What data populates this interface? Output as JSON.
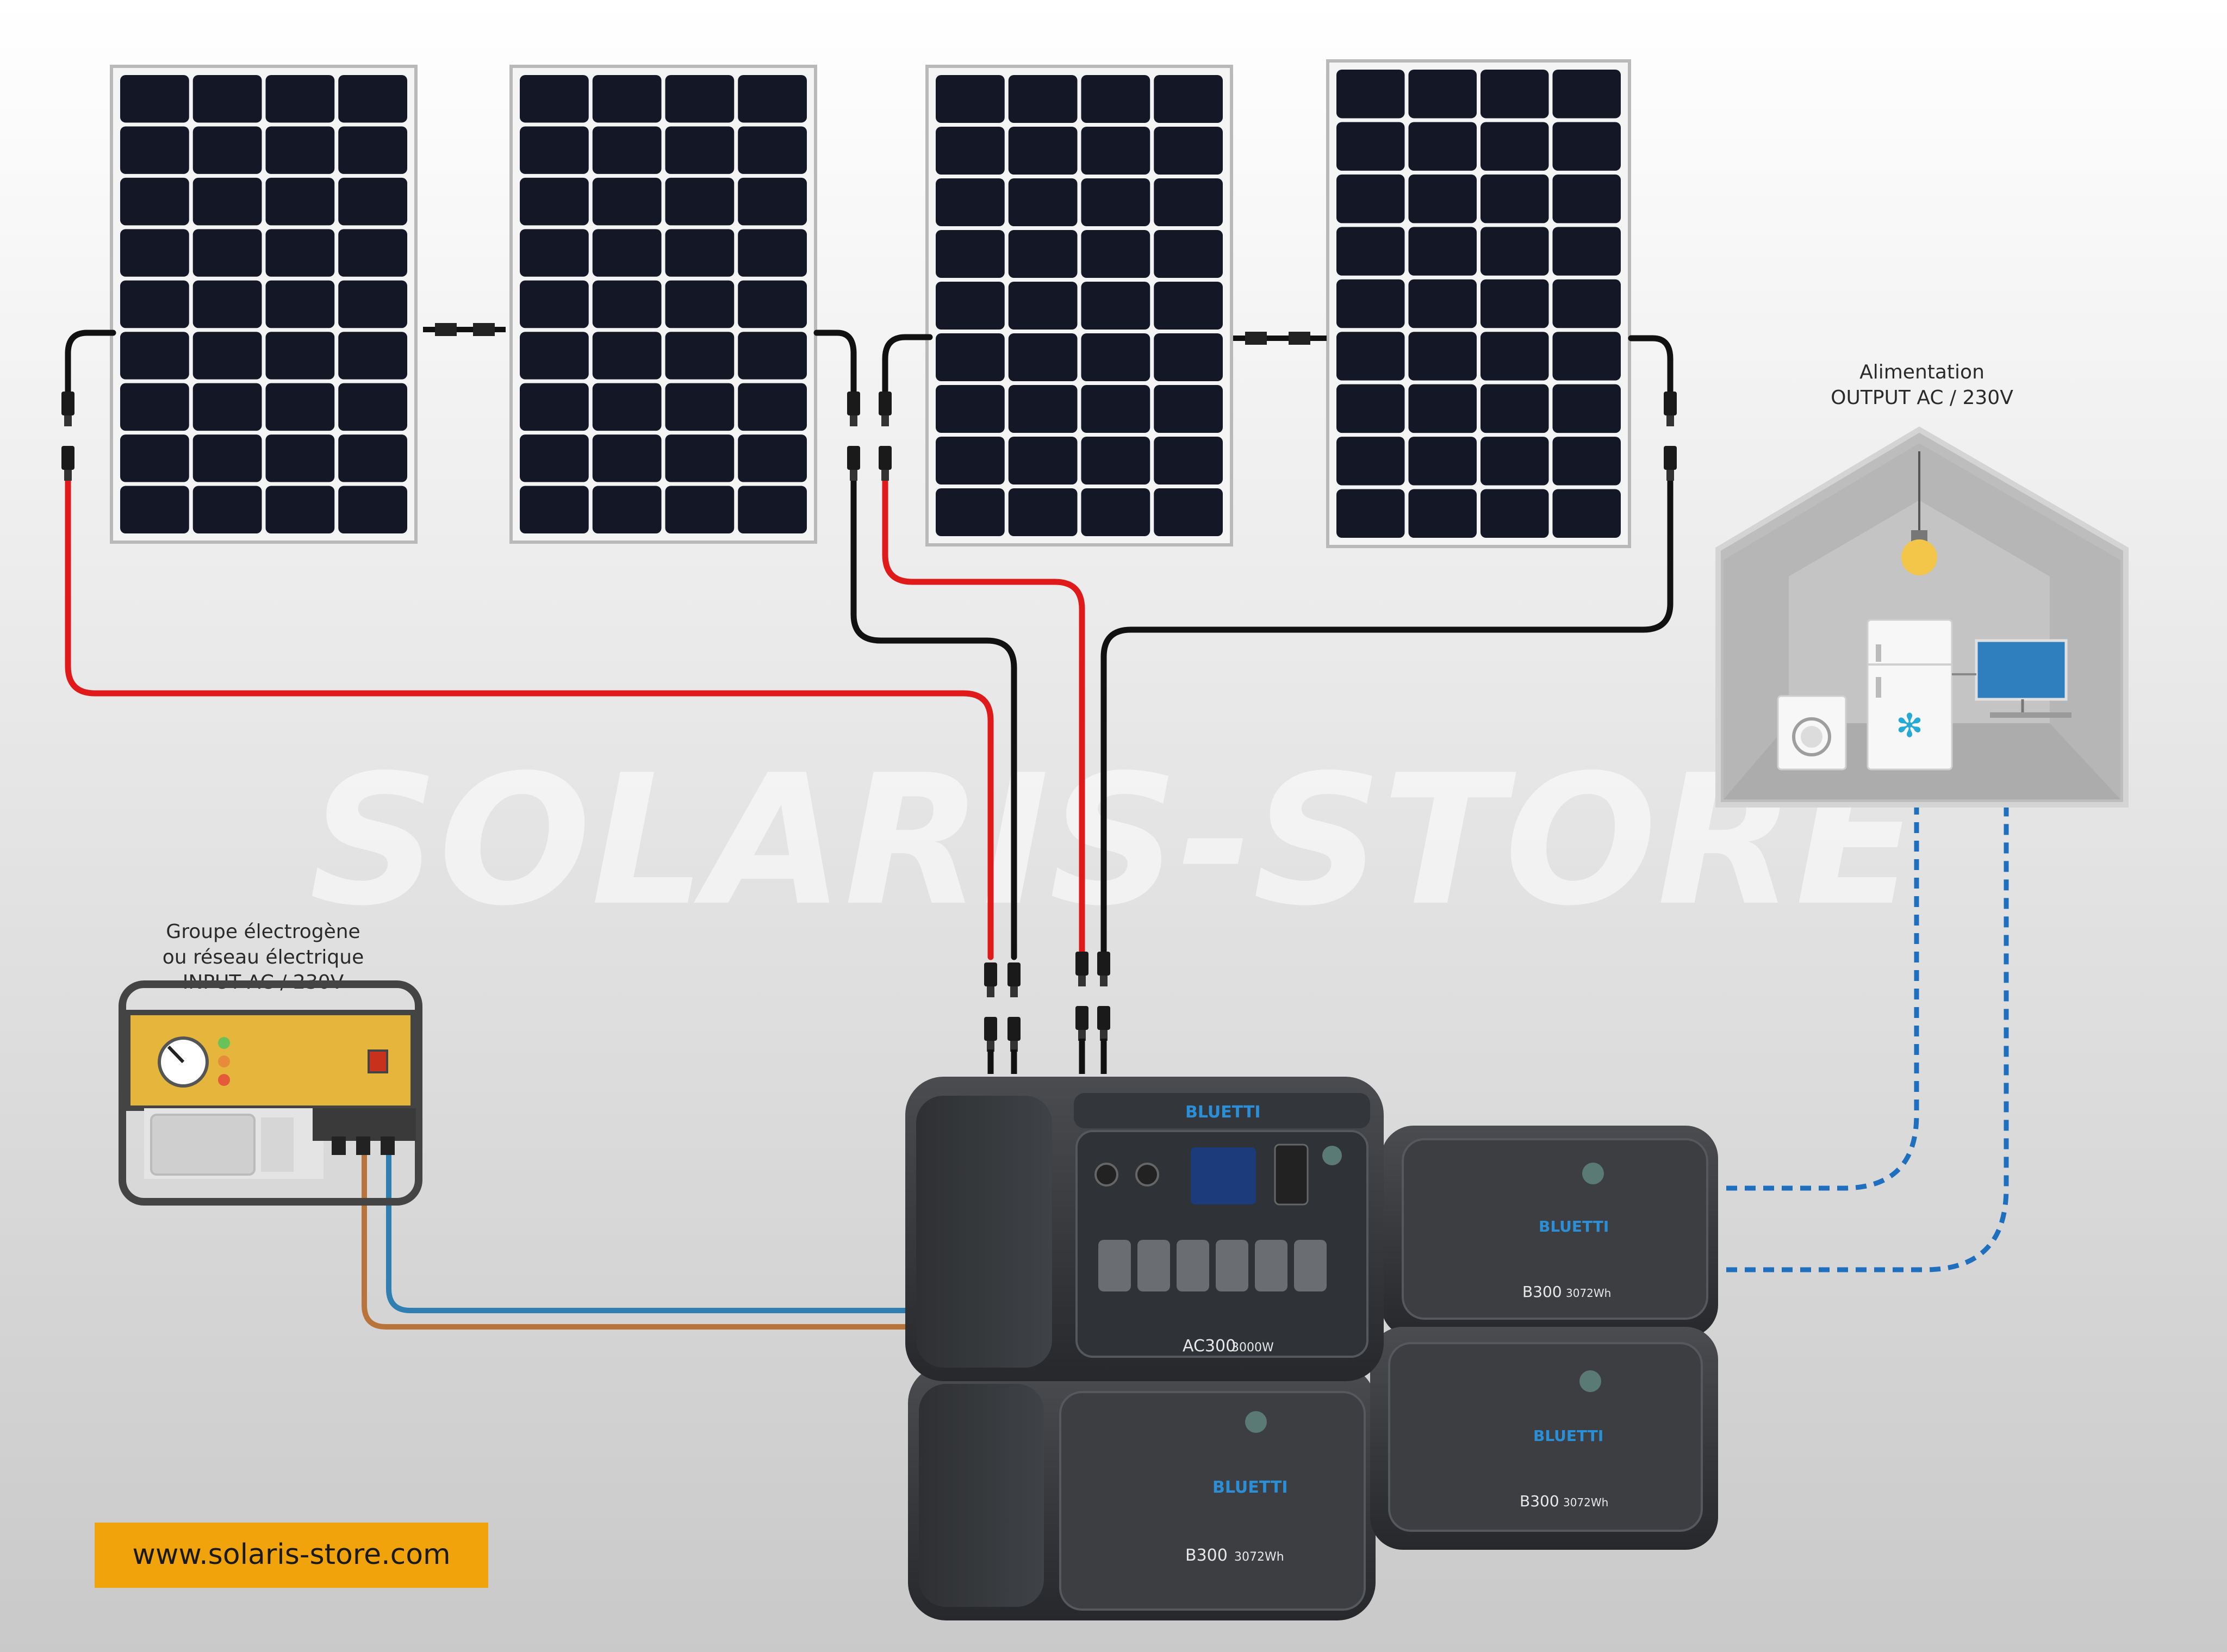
{
  "watermark": {
    "text": "SOLARIS-STORE"
  },
  "house_caption": {
    "line1": "Alimentation",
    "line2": "OUTPUT AC / 230V"
  },
  "generator_caption": {
    "line1": "Groupe électrogène",
    "line2": "ou réseau électrique",
    "line3": "INPUT AC / 230V"
  },
  "footer": {
    "url": "www.solaris-store.com"
  },
  "products": {
    "brand": "BLUETTI",
    "ac300": {
      "model": "AC300",
      "rating": "3000W"
    },
    "b300_model": "B300",
    "b300_rating": "3072Wh"
  },
  "colors": {
    "background_top": "#ffffff",
    "background_bottom": "#cfcfcf",
    "panel_cell": "#141826",
    "panel_frame": "#d8d8d8",
    "cable_red": "#e01a1a",
    "cable_black": "#111111",
    "cable_ac_brown": "#b8743a",
    "cable_ac_blue": "#2f7fb0",
    "output_dotted": "#1f6fbf",
    "generator_yellow": "#e6b63c",
    "footer_bg": "#f0a30a"
  }
}
